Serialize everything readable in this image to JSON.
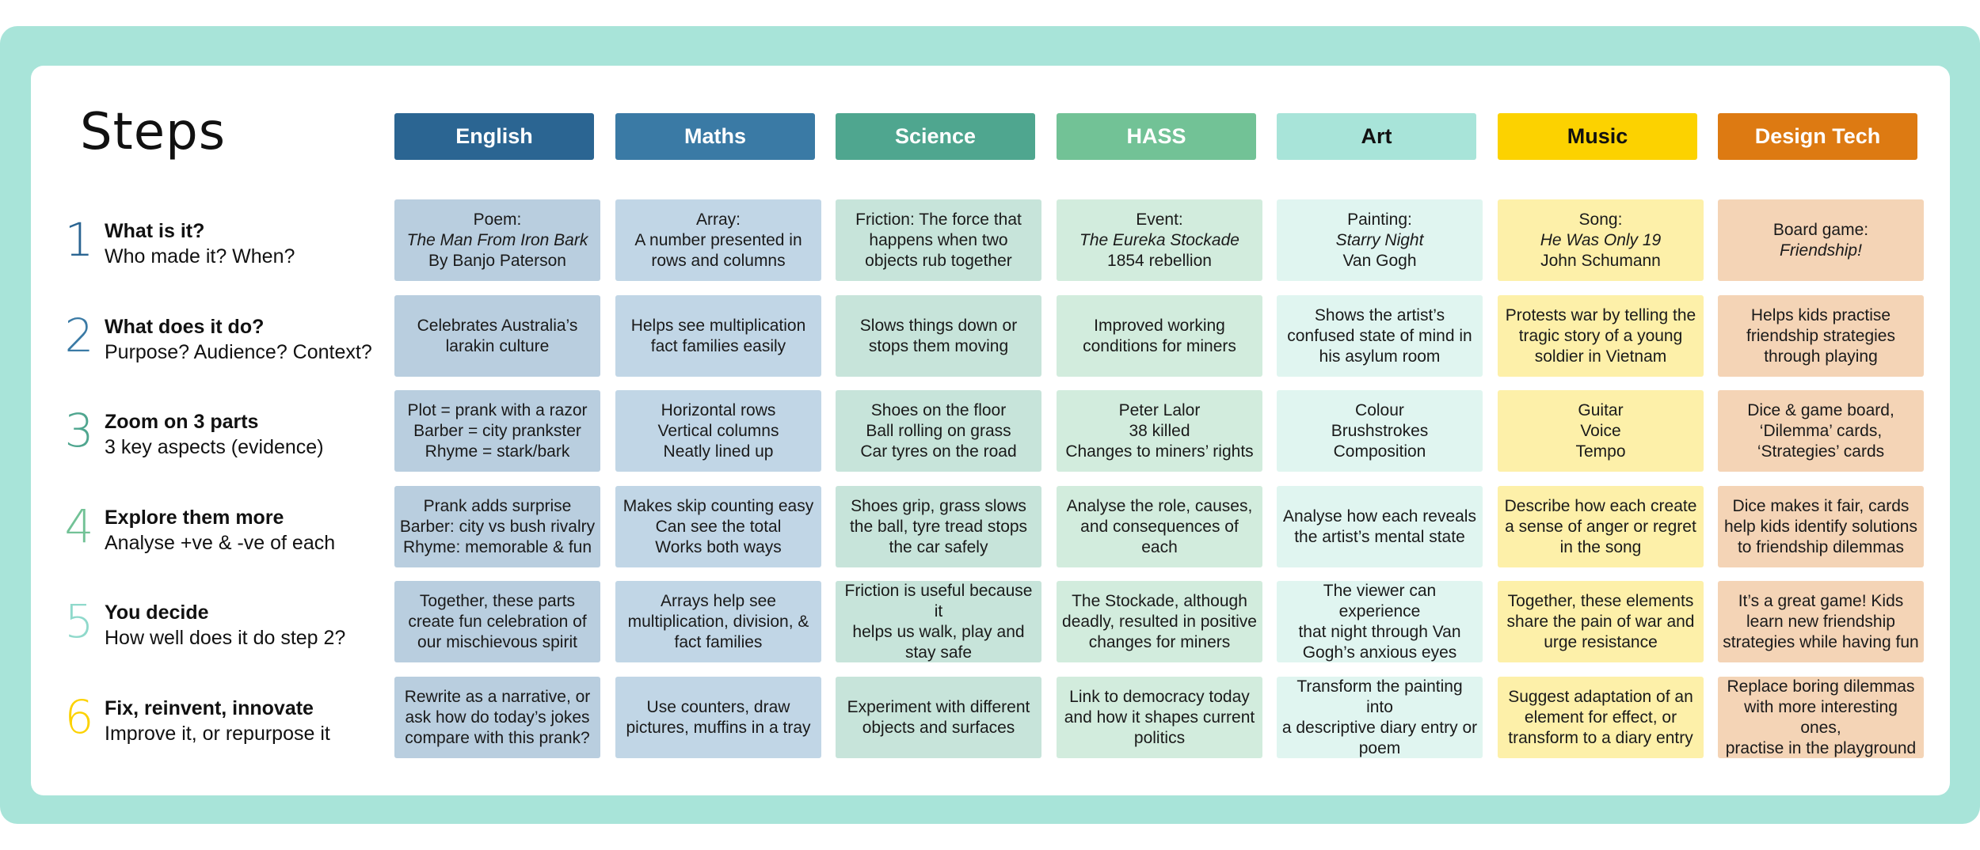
{
  "title": "Steps",
  "subjects": [
    {
      "name": "English",
      "bg": "#2b6592",
      "fg": "#ffffff",
      "cell": "#b9cedf"
    },
    {
      "name": "Maths",
      "bg": "#3a7aa5",
      "fg": "#ffffff",
      "cell": "#c1d6e6"
    },
    {
      "name": "Science",
      "bg": "#4fa68f",
      "fg": "#ffffff",
      "cell": "#c7e4da"
    },
    {
      "name": "HASS",
      "bg": "#72c296",
      "fg": "#ffffff",
      "cell": "#d2ecdd"
    },
    {
      "name": "Art",
      "bg": "#a8e4d9",
      "fg": "#111111",
      "cell": "#e0f5f0"
    },
    {
      "name": "Music",
      "bg": "#fcd200",
      "fg": "#111111",
      "cell": "#fdf0a9"
    },
    {
      "name": "Design Tech",
      "bg": "#dd7a12",
      "fg": "#ffffff",
      "cell": "#f4d4b6"
    }
  ],
  "steps": [
    {
      "num": "1",
      "num_color": "#2b6592",
      "title": "What is it?",
      "sub": "Who made it? When?"
    },
    {
      "num": "2",
      "num_color": "#3a7aa5",
      "title": "What does it do?",
      "sub": "Purpose? Audience? Context?"
    },
    {
      "num": "3",
      "num_color": "#4fa68f",
      "title": "Zoom on 3 parts",
      "sub": "3 key aspects (evidence)"
    },
    {
      "num": "4",
      "num_color": "#72c296",
      "title": "Explore them more",
      "sub": "Analyse +ve & -ve of each"
    },
    {
      "num": "5",
      "num_color": "#8fd9cb",
      "title": "You decide",
      "sub": "How well does it do step 2?"
    },
    {
      "num": "6",
      "num_color": "#fcd200",
      "title": "Fix, reinvent, innovate",
      "sub": "Improve it, or repurpose it"
    }
  ],
  "cells": [
    [
      [
        {
          "t": "Poem:"
        },
        {
          "t": "The Man From Iron Bark",
          "i": true
        },
        {
          "t": "By Banjo Paterson"
        }
      ],
      [
        {
          "t": "Array:"
        },
        {
          "t": "A number presented in"
        },
        {
          "t": "rows and columns"
        }
      ],
      [
        {
          "t": "Friction: The force that"
        },
        {
          "t": "happens when two"
        },
        {
          "t": "objects rub together"
        }
      ],
      [
        {
          "t": "Event:"
        },
        {
          "t": "The Eureka Stockade",
          "i": true
        },
        {
          "t": "1854 rebellion"
        }
      ],
      [
        {
          "t": "Painting:"
        },
        {
          "t": "Starry Night",
          "i": true
        },
        {
          "t": "Van Gogh"
        }
      ],
      [
        {
          "t": "Song:"
        },
        {
          "t": "He Was Only 19",
          "i": true
        },
        {
          "t": "John Schumann"
        }
      ],
      [
        {
          "t": "Board game:"
        },
        {
          "t": "Friendship!",
          "i": true
        }
      ]
    ],
    [
      [
        {
          "t": "Celebrates Australia’s"
        },
        {
          "t": "larakin culture"
        }
      ],
      [
        {
          "t": "Helps see multiplication"
        },
        {
          "t": "fact families easily"
        }
      ],
      [
        {
          "t": "Slows things down or"
        },
        {
          "t": "stops them moving"
        }
      ],
      [
        {
          "t": "Improved working"
        },
        {
          "t": "conditions for miners"
        }
      ],
      [
        {
          "t": "Shows the artist’s"
        },
        {
          "t": "confused state of mind in"
        },
        {
          "t": "his asylum room"
        }
      ],
      [
        {
          "t": "Protests war by telling the"
        },
        {
          "t": "tragic story of a young"
        },
        {
          "t": "soldier in Vietnam"
        }
      ],
      [
        {
          "t": "Helps kids practise"
        },
        {
          "t": "friendship strategies"
        },
        {
          "t": "through playing"
        }
      ]
    ],
    [
      [
        {
          "t": "Plot = prank with a razor"
        },
        {
          "t": "Barber = city prankster"
        },
        {
          "t": "Rhyme = stark/bark"
        }
      ],
      [
        {
          "t": "Horizontal rows"
        },
        {
          "t": "Vertical columns"
        },
        {
          "t": "Neatly lined up"
        }
      ],
      [
        {
          "t": "Shoes on the floor"
        },
        {
          "t": "Ball rolling on grass"
        },
        {
          "t": "Car tyres on the road"
        }
      ],
      [
        {
          "t": "Peter Lalor"
        },
        {
          "t": "38 killed"
        },
        {
          "t": "Changes to miners’ rights"
        }
      ],
      [
        {
          "t": "Colour"
        },
        {
          "t": "Brushstrokes"
        },
        {
          "t": "Composition"
        }
      ],
      [
        {
          "t": "Guitar"
        },
        {
          "t": "Voice"
        },
        {
          "t": "Tempo"
        }
      ],
      [
        {
          "t": "Dice & game board,"
        },
        {
          "t": "‘Dilemma’ cards,"
        },
        {
          "t": "‘Strategies’ cards"
        }
      ]
    ],
    [
      [
        {
          "t": "Prank adds surprise"
        },
        {
          "t": "Barber: city vs bush rivalry"
        },
        {
          "t": "Rhyme: memorable & fun"
        }
      ],
      [
        {
          "t": "Makes skip counting easy"
        },
        {
          "t": "Can see the total"
        },
        {
          "t": "Works both ways"
        }
      ],
      [
        {
          "t": "Shoes grip, grass slows"
        },
        {
          "t": "the ball, tyre tread stops"
        },
        {
          "t": "the car safely"
        }
      ],
      [
        {
          "t": "Analyse the role, causes,"
        },
        {
          "t": "and consequences of each"
        }
      ],
      [
        {
          "t": "Analyse how each reveals"
        },
        {
          "t": "the artist’s mental state"
        }
      ],
      [
        {
          "t": "Describe how each create"
        },
        {
          "t": "a sense of anger or regret"
        },
        {
          "t": "in the song"
        }
      ],
      [
        {
          "t": "Dice makes it fair, cards"
        },
        {
          "t": "help kids identify solutions"
        },
        {
          "t": "to friendship dilemmas"
        }
      ]
    ],
    [
      [
        {
          "t": "Together, these parts"
        },
        {
          "t": "create fun celebration of"
        },
        {
          "t": "our mischievous spirit"
        }
      ],
      [
        {
          "t": "Arrays help see"
        },
        {
          "t": "multiplication, division, &"
        },
        {
          "t": "fact families"
        }
      ],
      [
        {
          "t": "Friction is useful because it"
        },
        {
          "t": "helps us walk, play and"
        },
        {
          "t": "stay safe"
        }
      ],
      [
        {
          "t": "The Stockade, although"
        },
        {
          "t": "deadly, resulted in positive"
        },
        {
          "t": "changes for miners"
        }
      ],
      [
        {
          "t": "The viewer can experience"
        },
        {
          "t": "that night through Van"
        },
        {
          "t": "Gogh’s anxious eyes"
        }
      ],
      [
        {
          "t": "Together, these elements"
        },
        {
          "t": "share the pain of war and"
        },
        {
          "t": "urge resistance"
        }
      ],
      [
        {
          "t": "It’s a great game! Kids"
        },
        {
          "t": "learn new friendship"
        },
        {
          "t": "strategies while having fun"
        }
      ]
    ],
    [
      [
        {
          "t": "Rewrite as a narrative, or"
        },
        {
          "t": "ask how do today’s jokes"
        },
        {
          "t": "compare with this prank?"
        }
      ],
      [
        {
          "t": "Use counters, draw"
        },
        {
          "t": "pictures, muffins in a tray"
        }
      ],
      [
        {
          "t": "Experiment with different"
        },
        {
          "t": "objects and surfaces"
        }
      ],
      [
        {
          "t": "Link to democracy today"
        },
        {
          "t": "and how it shapes current"
        },
        {
          "t": "politics"
        }
      ],
      [
        {
          "t": "Transform the painting into"
        },
        {
          "t": "a descriptive diary entry or"
        },
        {
          "t": "poem"
        }
      ],
      [
        {
          "t": "Suggest adaptation of an"
        },
        {
          "t": "element for effect, or"
        },
        {
          "t": "transform to a diary entry"
        }
      ],
      [
        {
          "t": "Replace boring dilemmas"
        },
        {
          "t": "with more interesting ones,"
        },
        {
          "t": "practise in the playground"
        }
      ]
    ]
  ]
}
